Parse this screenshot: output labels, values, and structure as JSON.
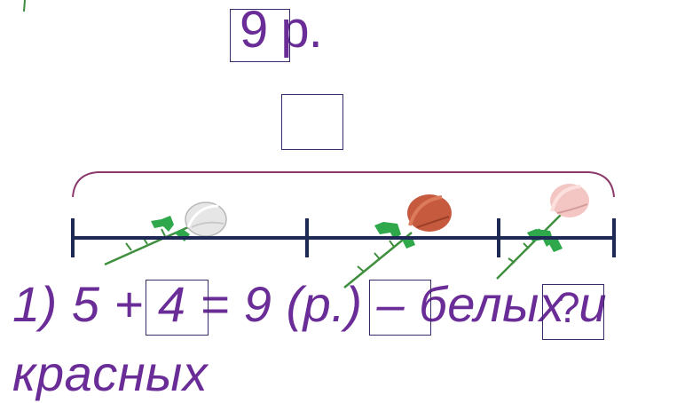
{
  "top_label": "9 р.",
  "question_mark": "?",
  "solution": {
    "line1": "1) 5 + 4 = 9 (р.) – белых и",
    "line2": "красных"
  },
  "diagram": {
    "segments": 3,
    "flowers": [
      {
        "name": "white-rose",
        "color": "#e8e8e8"
      },
      {
        "name": "red-rose",
        "color": "#c65a3f"
      },
      {
        "name": "pink-rose",
        "color": "#f3c6c4"
      }
    ],
    "line_color": "#1e2a55",
    "brace_color": "#8a3a6a",
    "text_color": "#6a2c97"
  }
}
